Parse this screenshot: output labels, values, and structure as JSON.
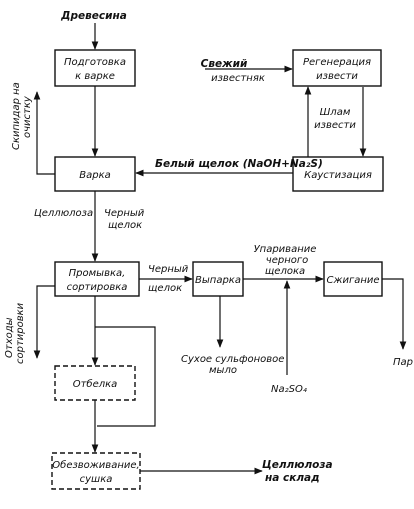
{
  "inputs": {
    "wood": "Древесина",
    "fresh_lime_1": "Свежий",
    "fresh_lime_2": "известняк",
    "na2so4": "Na₂SO₄"
  },
  "boxes": {
    "prep_1": "Подготовка",
    "prep_2": "к варке",
    "regen_1": "Регенерация",
    "regen_2": "извести",
    "cook": "Варка",
    "caustic": "Каустизация",
    "wash_1": "Промывка,",
    "wash_2": "сортировка",
    "evap": "Выпарка",
    "burn": "Сжигание",
    "bleach": "Отбелка",
    "dry_1": "Обезвоживание,",
    "dry_2": "сушка"
  },
  "streams": {
    "lime_mud_1": "Шлам",
    "lime_mud_2": "извести",
    "white_liquor": "Белый  щелок (NaOH+Na₂S)",
    "turpentine_1": "Скипидар на",
    "turpentine_2": "очистку",
    "pulp": "Целлюлоза",
    "black_liquor_1a": "Черный",
    "black_liquor_1b": "щелок",
    "black_liquor_2a": "Черный",
    "black_liquor_2b": "щелок",
    "concentration_1": "Упаривание",
    "concentration_2": "черного",
    "concentration_3": "щелока",
    "rejects_1": "Отходы",
    "rejects_2": "сортировки",
    "soap_1": "Сухое сульфоновое",
    "soap_2": "мыло",
    "steam": "Пар",
    "to_storage_1": "Целлюлоза",
    "to_storage_2": "на склад"
  }
}
